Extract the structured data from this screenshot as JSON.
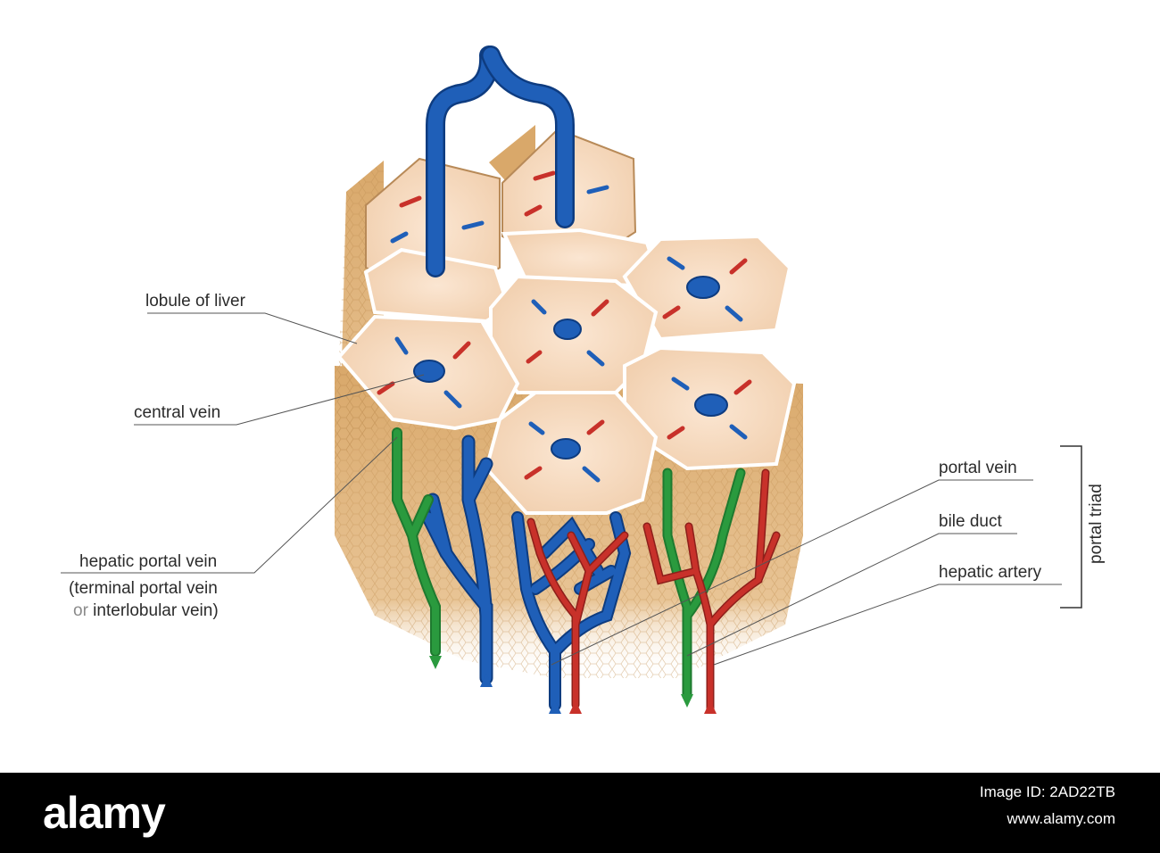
{
  "labels": {
    "lobule": "lobule of liver",
    "central_vein": "central vein",
    "hepatic_portal_vein": "hepatic portal vein",
    "hepatic_portal_vein_line2": "(terminal portal vein",
    "hepatic_portal_vein_line3_or": "or",
    "hepatic_portal_vein_line3_rest": " interlobular vein)",
    "portal_vein": "portal vein",
    "bile_duct": "bile duct",
    "hepatic_artery": "hepatic artery",
    "portal_triad": "portal triad"
  },
  "footer": {
    "brand": "alamy",
    "image_id": "Image ID: 2AD22TB",
    "url": "www.alamy.com"
  },
  "colors": {
    "vein_blue": "#1f5fb8",
    "artery_red": "#c8312a",
    "bile_green": "#2a9a3e",
    "tissue": "#f7dcc4",
    "tissue_side": "#d9ae78",
    "footer_bg": "#000000"
  }
}
